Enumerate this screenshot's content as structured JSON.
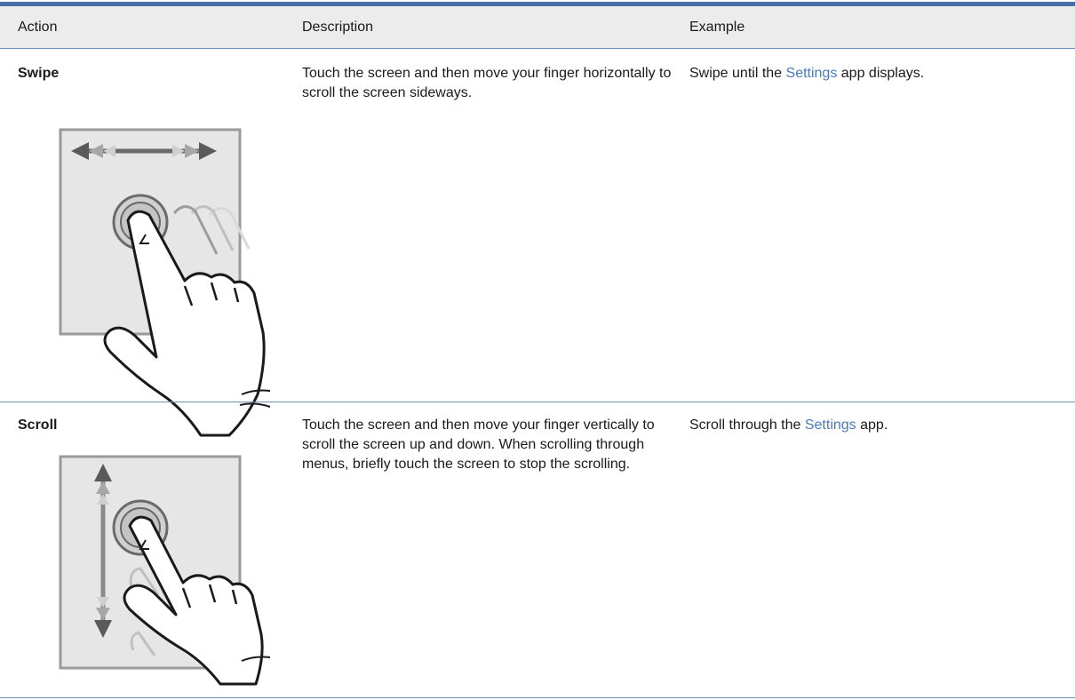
{
  "table": {
    "headers": {
      "action": "Action",
      "description": "Description",
      "example": "Example"
    },
    "rows": [
      {
        "action": "Swipe",
        "description": "Touch the screen and then move your finger horizontally to scroll the screen sideways.",
        "example_before": "Swipe until the ",
        "example_link": "Settings",
        "example_after": " app displays.",
        "illustration": "swipe-gesture-icon"
      },
      {
        "action": "Scroll",
        "description": "Touch the screen and then move your finger vertically to scroll the screen up and down. When scrolling through menus, briefly touch the screen to stop the scrolling.",
        "example_before": "Scroll through the ",
        "example_link": "Settings",
        "example_after": " app.",
        "illustration": "scroll-gesture-icon"
      }
    ]
  },
  "colors": {
    "header_bg": "#ececec",
    "rule": "#4a6fa5",
    "link": "#4a79b8",
    "illustration_panel": "#e6e6e6"
  }
}
